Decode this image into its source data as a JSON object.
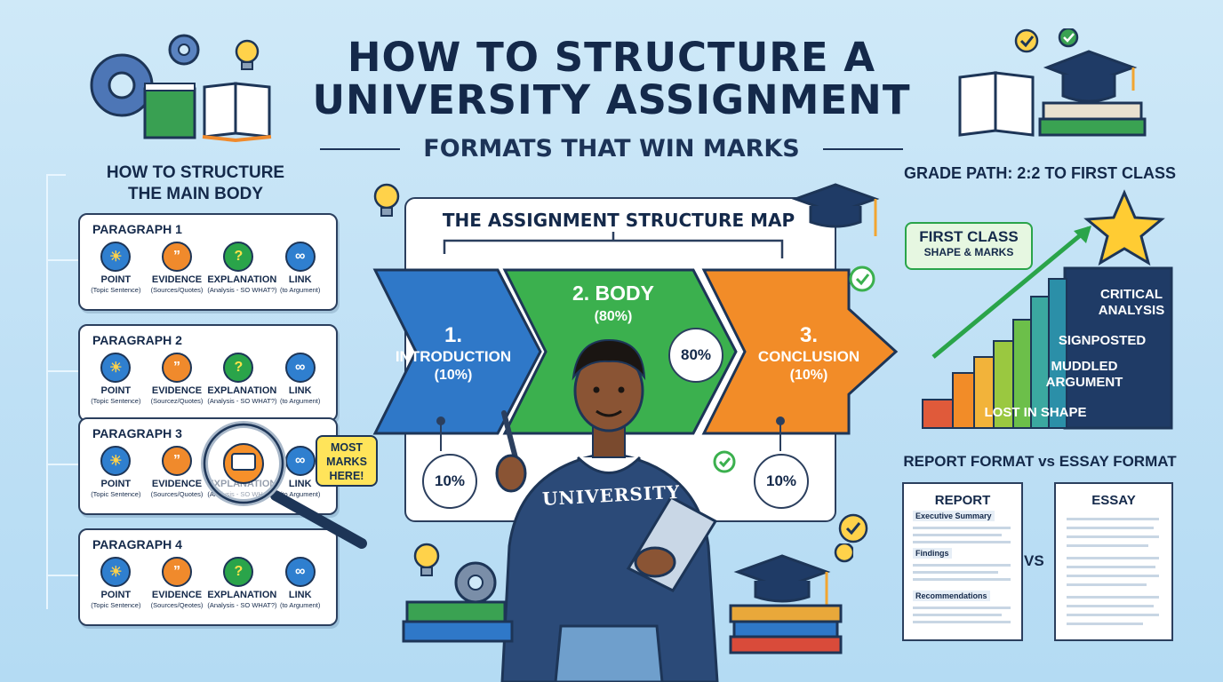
{
  "header": {
    "title_line1": "HOW TO STRUCTURE A",
    "title_line2": "UNIVERSITY ASSIGNMENT",
    "subtitle": "FORMATS THAT WIN MARKS"
  },
  "main_body": {
    "heading_line1": "HOW TO STRUCTURE",
    "heading_line2": "THE MAIN BODY",
    "paragraphs": [
      {
        "title": "PARAGRAPH 1",
        "items": [
          {
            "label": "POINT",
            "desc": "(Topic Sentence)"
          },
          {
            "label": "EVIDENCE",
            "desc": "(Sources/Quotes)"
          },
          {
            "label": "EXPLANATION",
            "desc": "(Analysis - SO WHAT?)"
          },
          {
            "label": "LINK",
            "desc": "(to Argument)"
          }
        ]
      },
      {
        "title": "PARAGRAPH 2",
        "items": [
          {
            "label": "POINT",
            "desc": "(Topic Sentence)"
          },
          {
            "label": "EVIDENCE",
            "desc": "(Sourcez/Quotes)"
          },
          {
            "label": "EXPLANATION",
            "desc": "(Analysis - SO WHAT?)"
          },
          {
            "label": "LINK",
            "desc": "(to Argument)"
          }
        ]
      },
      {
        "title": "PARAGRAPH 3",
        "items": [
          {
            "label": "POINT",
            "desc": "(Topic Sentence)"
          },
          {
            "label": "EVIDENCE",
            "desc": "(Sources/Quotes)"
          },
          {
            "label": "EXPLANATION",
            "desc": "(Analysis - SO WHAT?)"
          },
          {
            "label": "LINK",
            "desc": "(to Argument)"
          }
        ]
      },
      {
        "title": "PARAGRAPH 4",
        "items": [
          {
            "label": "POINT",
            "desc": "(Topic Sentence)"
          },
          {
            "label": "EVIDENCE",
            "desc": "(Sources/Qeotes)"
          },
          {
            "label": "EXPLANATION",
            "desc": "(Analysis - SO WHAT?)"
          },
          {
            "label": "LINK",
            "desc": "(to Argument)"
          }
        ]
      }
    ],
    "callout_line1": "MOST",
    "callout_line2": "MARKS",
    "callout_line3": "HERE!"
  },
  "map": {
    "title": "THE ASSIGNMENT STRUCTURE MAP",
    "intro_number": "1.",
    "intro_label": "INTRODUCTION",
    "intro_pct": "(10%)",
    "body_label": "2. BODY",
    "body_pct": "(80%)",
    "body_badge": "80%",
    "conclusion_number": "3.",
    "conclusion_label": "CONCLUSION",
    "conclusion_pct": "(10%)",
    "intro_badge": "10%",
    "conclusion_badge": "10%",
    "hoodie_text": "UNIVERSITY"
  },
  "grade_path": {
    "heading": "GRADE PATH: 2:2 TO FIRST CLASS",
    "first_class_line1": "FIRST CLASS",
    "first_class_line2": "SHAPE & MARKS",
    "steps": [
      {
        "line1": "CRITICAL",
        "line2": "ANALYSIS"
      },
      {
        "line1": "SIGNPOSTED",
        "line2": ""
      },
      {
        "line1": "MUDDLED",
        "line2": "ARGUMENT"
      },
      {
        "line1": "LOST IN SHAPE",
        "line2": ""
      }
    ]
  },
  "formats": {
    "heading": "REPORT FORMAT vs ESSAY FORMAT",
    "report_title": "REPORT",
    "report_sections": [
      "Executive Summary",
      "Findings",
      "Recommendations"
    ],
    "vs": "VS",
    "essay_title": "ESSAY"
  },
  "colors": {
    "intro_blue": "#2f78c8",
    "body_green": "#3bb04e",
    "conclusion_orange": "#f28c28",
    "navy": "#14294a"
  }
}
